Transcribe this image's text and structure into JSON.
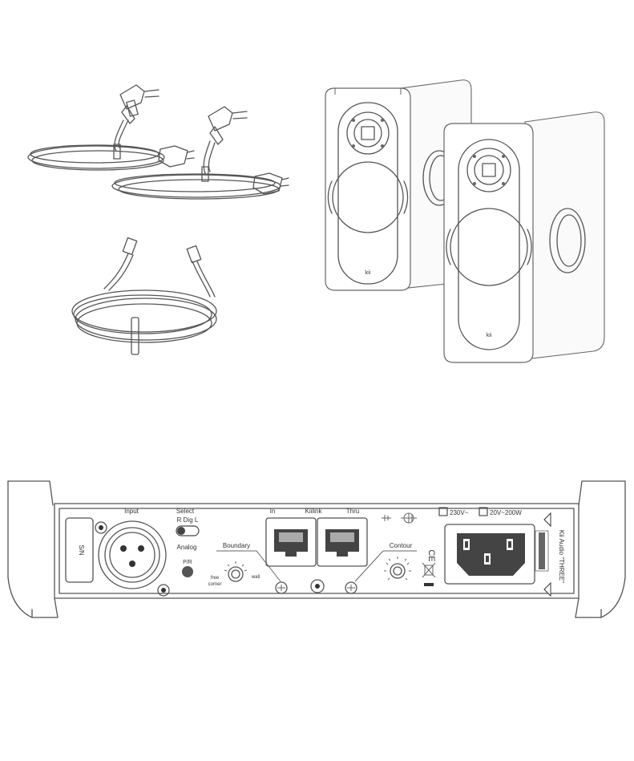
{
  "speaker": {
    "badge": "kii"
  },
  "panel": {
    "input_label": "Input",
    "select_label": "Select",
    "select_options": "R  Dig  L",
    "analog_label": "Analog",
    "pr_label": "P/R",
    "sn_label": "S/N",
    "boundary_label": "Boundary",
    "boundary_free": "free",
    "boundary_corner": "corner",
    "boundary_wall": "wall",
    "in_label": "In",
    "kiilink_label": "Kiilink",
    "thru_label": "Thru",
    "contour_label": "Contour",
    "ce_mark": "CE",
    "voltage_label": "230V~",
    "power_label": "20V~200W",
    "brand_label": "Kii Audio \"THREE\""
  }
}
